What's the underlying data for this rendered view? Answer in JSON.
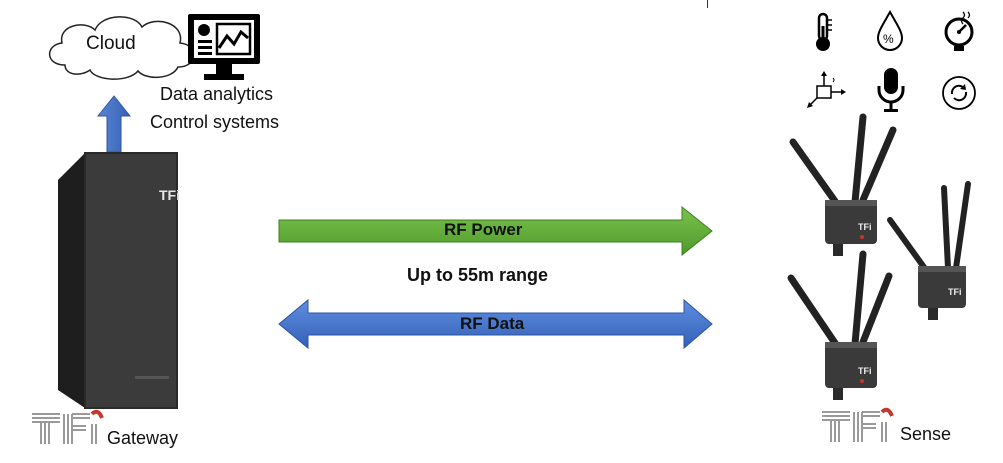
{
  "cloud": {
    "label": "Cloud"
  },
  "analytics": {
    "line1": "Data analytics",
    "line2": "Control systems"
  },
  "links": {
    "power_label": "RF Power",
    "range_label": "Up to 55m range",
    "data_label": "RF Data"
  },
  "gateway": {
    "label": "Gateway",
    "logo_text": "TFi"
  },
  "sense": {
    "label": "Sense",
    "logo_text": "TFi"
  },
  "sensor_icons": [
    "thermometer-icon",
    "humidity-percent-icon",
    "pressure-gauge-icon",
    "accelerometer-icon",
    "microphone-icon",
    "rotation-icon"
  ],
  "colors": {
    "rf_power": "#5ba532",
    "rf_data": "#3f70c2",
    "uplink": "#4472c4",
    "device": "#3a3a3a"
  }
}
